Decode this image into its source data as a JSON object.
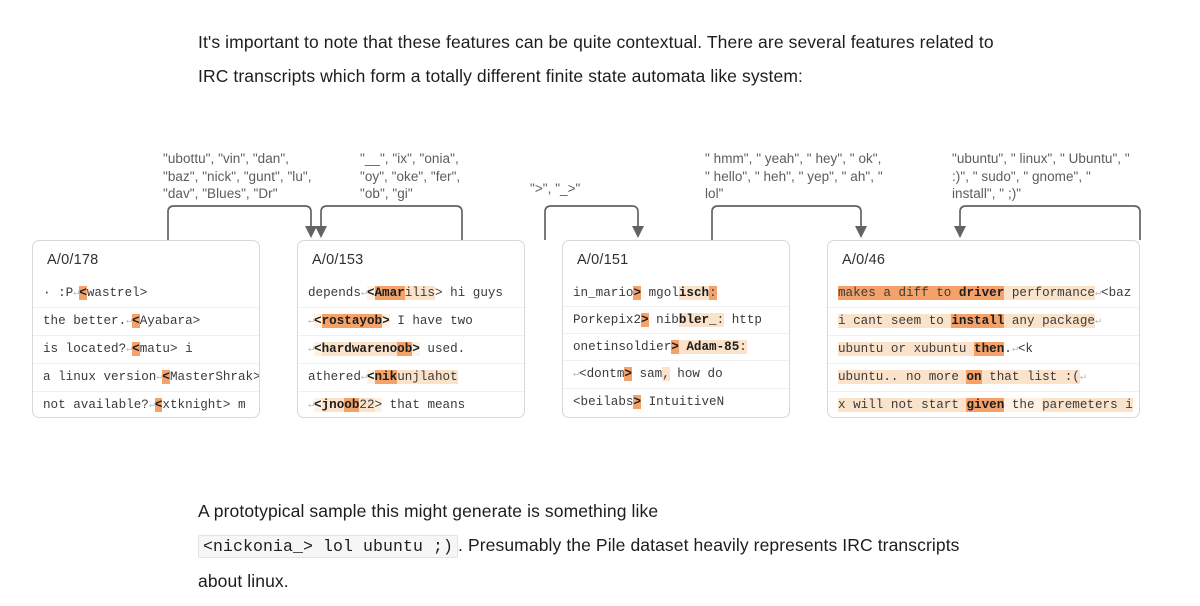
{
  "intro_paragraph": "It's important to note that these features can be quite contextual. There are several features related to IRC transcripts which form a totally different finite state automata like system:",
  "closing": {
    "before_code": "A prototypical sample this might generate is something like",
    "code": "<nickonia_> lol ubuntu ;)",
    "after_code": ". Presumably the Pile dataset heavily represents IRC transcripts about linux."
  },
  "colors": {
    "highlight": "#f4a26a",
    "highlight_mid": "#f8c79c",
    "highlight_light": "#fbe3cb",
    "highlight_faint": "#fdf2e4",
    "card_border": "#d8d8d8",
    "connector": "#636363",
    "label_text": "#5c5c5c",
    "prose_text": "#1d1d1f"
  },
  "feature_labels": [
    {
      "id": "label-1",
      "text": "\"ubottu\", \"vin\", \"dan\", \"baz\", \"nick\", \"gunt\", \"lu\", \"dav\", \"Blues\", \"Dr\""
    },
    {
      "id": "label-2",
      "text": "\"__\", \"ix\", \"onia\", \"oy\", \"oke\", \"fer\", \"ob\", \"gi\""
    },
    {
      "id": "label-3",
      "text": "\">\", \"_>\""
    },
    {
      "id": "label-4",
      "text": "\" hmm\", \" yeah\", \" hey\", \" ok\", \" hello\", \" heh\", \" yep\", \" ah\", \" lol\""
    },
    {
      "id": "label-5",
      "text": "\"ubuntu\", \" linux\", \" Ubuntu\", \" :)\", \" sudo\", \" gnome\", \" install\", \" ;)\""
    }
  ],
  "cards": [
    {
      "id": "card-178",
      "title": "A/0/178",
      "rows": [
        [
          {
            "t": "· :P",
            "h": 0
          },
          {
            "t": "↵",
            "h": 0,
            "nl": true
          },
          {
            "t": "<",
            "h": 3,
            "b": true
          },
          {
            "t": "wastrel>",
            "h": 0
          }
        ],
        [
          {
            "t": "the better.",
            "h": 0
          },
          {
            "t": "↵",
            "h": 0,
            "nl": true
          },
          {
            "t": "<",
            "h": 3,
            "b": true
          },
          {
            "t": "Ayabara>",
            "h": 0
          }
        ],
        [
          {
            "t": "is located?",
            "h": 0
          },
          {
            "t": "↵",
            "h": 0,
            "nl": true
          },
          {
            "t": "<",
            "h": 3,
            "b": true
          },
          {
            "t": "matu> i",
            "h": 0
          }
        ],
        [
          {
            "t": "a linux version",
            "h": 0
          },
          {
            "t": "↵",
            "h": 0,
            "nl": true
          },
          {
            "t": "<",
            "h": 3,
            "b": true
          },
          {
            "t": "MasterShrak>",
            "h": 0
          }
        ],
        [
          {
            "t": "not available?",
            "h": 0
          },
          {
            "t": "↵",
            "h": 0,
            "nl": true
          },
          {
            "t": "<",
            "h": 3,
            "b": true
          },
          {
            "t": "xtknight> m",
            "h": 0
          }
        ]
      ]
    },
    {
      "id": "card-153",
      "title": "A/0/153",
      "rows": [
        [
          {
            "t": "depends",
            "h": 0
          },
          {
            "t": "↵",
            "h": 0,
            "nl": true
          },
          {
            "t": "<",
            "h": 1,
            "b": true
          },
          {
            "t": "Amar",
            "h": 3,
            "b": true
          },
          {
            "t": "ilis",
            "h": 2
          },
          {
            "t": ">",
            "h": 0
          },
          {
            "t": " hi guys",
            "h": 0
          }
        ],
        [
          {
            "t": "↵",
            "h": 0,
            "nl": true
          },
          {
            "t": "<",
            "h": 1,
            "b": true
          },
          {
            "t": "rostay",
            "h": 3,
            "b": true
          },
          {
            "t": "ob",
            "h": 3,
            "b": true
          },
          {
            "t": ">",
            "h": 1,
            "b": true
          },
          {
            "t": " I have two",
            "h": 0
          }
        ],
        [
          {
            "t": "↵",
            "h": 0,
            "nl": true
          },
          {
            "t": "<",
            "h": 1,
            "b": true
          },
          {
            "t": "hardwareno",
            "h": 2,
            "b": true
          },
          {
            "t": "ob",
            "h": 3,
            "b": true
          },
          {
            "t": ">",
            "h": 1,
            "b": true
          },
          {
            "t": " used.",
            "h": 0
          }
        ],
        [
          {
            "t": "athered",
            "h": 0
          },
          {
            "t": "↵",
            "h": 0,
            "nl": true
          },
          {
            "t": "<",
            "h": 1,
            "b": true
          },
          {
            "t": "nik",
            "h": 3,
            "b": true
          },
          {
            "t": "unjlahot",
            "h": 2
          },
          {
            "t": "",
            "h": 0
          }
        ],
        [
          {
            "t": "↵",
            "h": 0,
            "nl": true
          },
          {
            "t": "<",
            "h": 1,
            "b": true
          },
          {
            "t": "jno",
            "h": 2,
            "b": true
          },
          {
            "t": "ob",
            "h": 3,
            "b": true
          },
          {
            "t": "22",
            "h": 2
          },
          {
            "t": ">",
            "h": 1
          },
          {
            "t": " that means",
            "h": 0
          }
        ]
      ]
    },
    {
      "id": "card-151",
      "title": "A/0/151",
      "rows": [
        [
          {
            "t": "in_mario",
            "h": 0
          },
          {
            "t": ">",
            "h": 3,
            "b": true
          },
          {
            "t": " mgol",
            "h": 0
          },
          {
            "t": "isch",
            "h": 2,
            "b": true
          },
          {
            "t": ":",
            "h": 3
          },
          {
            "t": "",
            "h": 0
          }
        ],
        [
          {
            "t": "Porkepix2",
            "h": 0
          },
          {
            "t": ">",
            "h": 3,
            "b": true
          },
          {
            "t": " nib",
            "h": 0
          },
          {
            "t": "bler_",
            "h": 2,
            "b": true
          },
          {
            "t": ":",
            "h": 2
          },
          {
            "t": " http",
            "h": 0
          }
        ],
        [
          {
            "t": "onetinsoldier",
            "h": 0
          },
          {
            "t": ">",
            "h": 3,
            "b": true
          },
          {
            "t": " Adam-85",
            "h": 2,
            "b": true
          },
          {
            "t": ":",
            "h": 2
          },
          {
            "t": "",
            "h": 0
          }
        ],
        [
          {
            "t": "↵",
            "h": 0,
            "nl": true
          },
          {
            "t": "<dontm",
            "h": 0
          },
          {
            "t": ">",
            "h": 3,
            "b": true
          },
          {
            "t": " sam",
            "h": 0
          },
          {
            "t": ",",
            "h": 2
          },
          {
            "t": " how do",
            "h": 0
          }
        ],
        [
          {
            "t": "<beilabs",
            "h": 0
          },
          {
            "t": ">",
            "h": 3,
            "b": true
          },
          {
            "t": " IntuitiveN",
            "h": 0
          }
        ]
      ]
    },
    {
      "id": "card-46",
      "title": "A/0/46",
      "rows": [
        [
          {
            "t": "makes a diff to ",
            "h": 3
          },
          {
            "t": "driver",
            "h": 3,
            "b": true
          },
          {
            "t": " performance",
            "h": 2
          },
          {
            "t": "↵",
            "h": 0,
            "nl": true
          },
          {
            "t": "<baz",
            "h": 0
          }
        ],
        [
          {
            "t": "i cant seem to ",
            "h": 2
          },
          {
            "t": "install",
            "h": 3,
            "b": true
          },
          {
            "t": " any package",
            "h": 2
          },
          {
            "t": "↵",
            "h": 0,
            "nl": true
          }
        ],
        [
          {
            "t": "ubuntu or xubuntu ",
            "h": 2
          },
          {
            "t": "then",
            "h": 3,
            "b": true
          },
          {
            "t": ".",
            "h": 0
          },
          {
            "t": "↵",
            "h": 0,
            "nl": true
          },
          {
            "t": "<k",
            "h": 0
          }
        ],
        [
          {
            "t": "ubuntu.. no more ",
            "h": 2
          },
          {
            "t": "on",
            "h": 3,
            "b": true
          },
          {
            "t": " that list :(",
            "h": 2
          },
          {
            "t": "↵",
            "h": 0,
            "nl": true
          }
        ],
        [
          {
            "t": "x will not start ",
            "h": 2
          },
          {
            "t": "given",
            "h": 3,
            "b": true
          },
          {
            "t": " the ",
            "h": 1
          },
          {
            "t": "paremeters i",
            "h": 2
          }
        ]
      ]
    }
  ]
}
